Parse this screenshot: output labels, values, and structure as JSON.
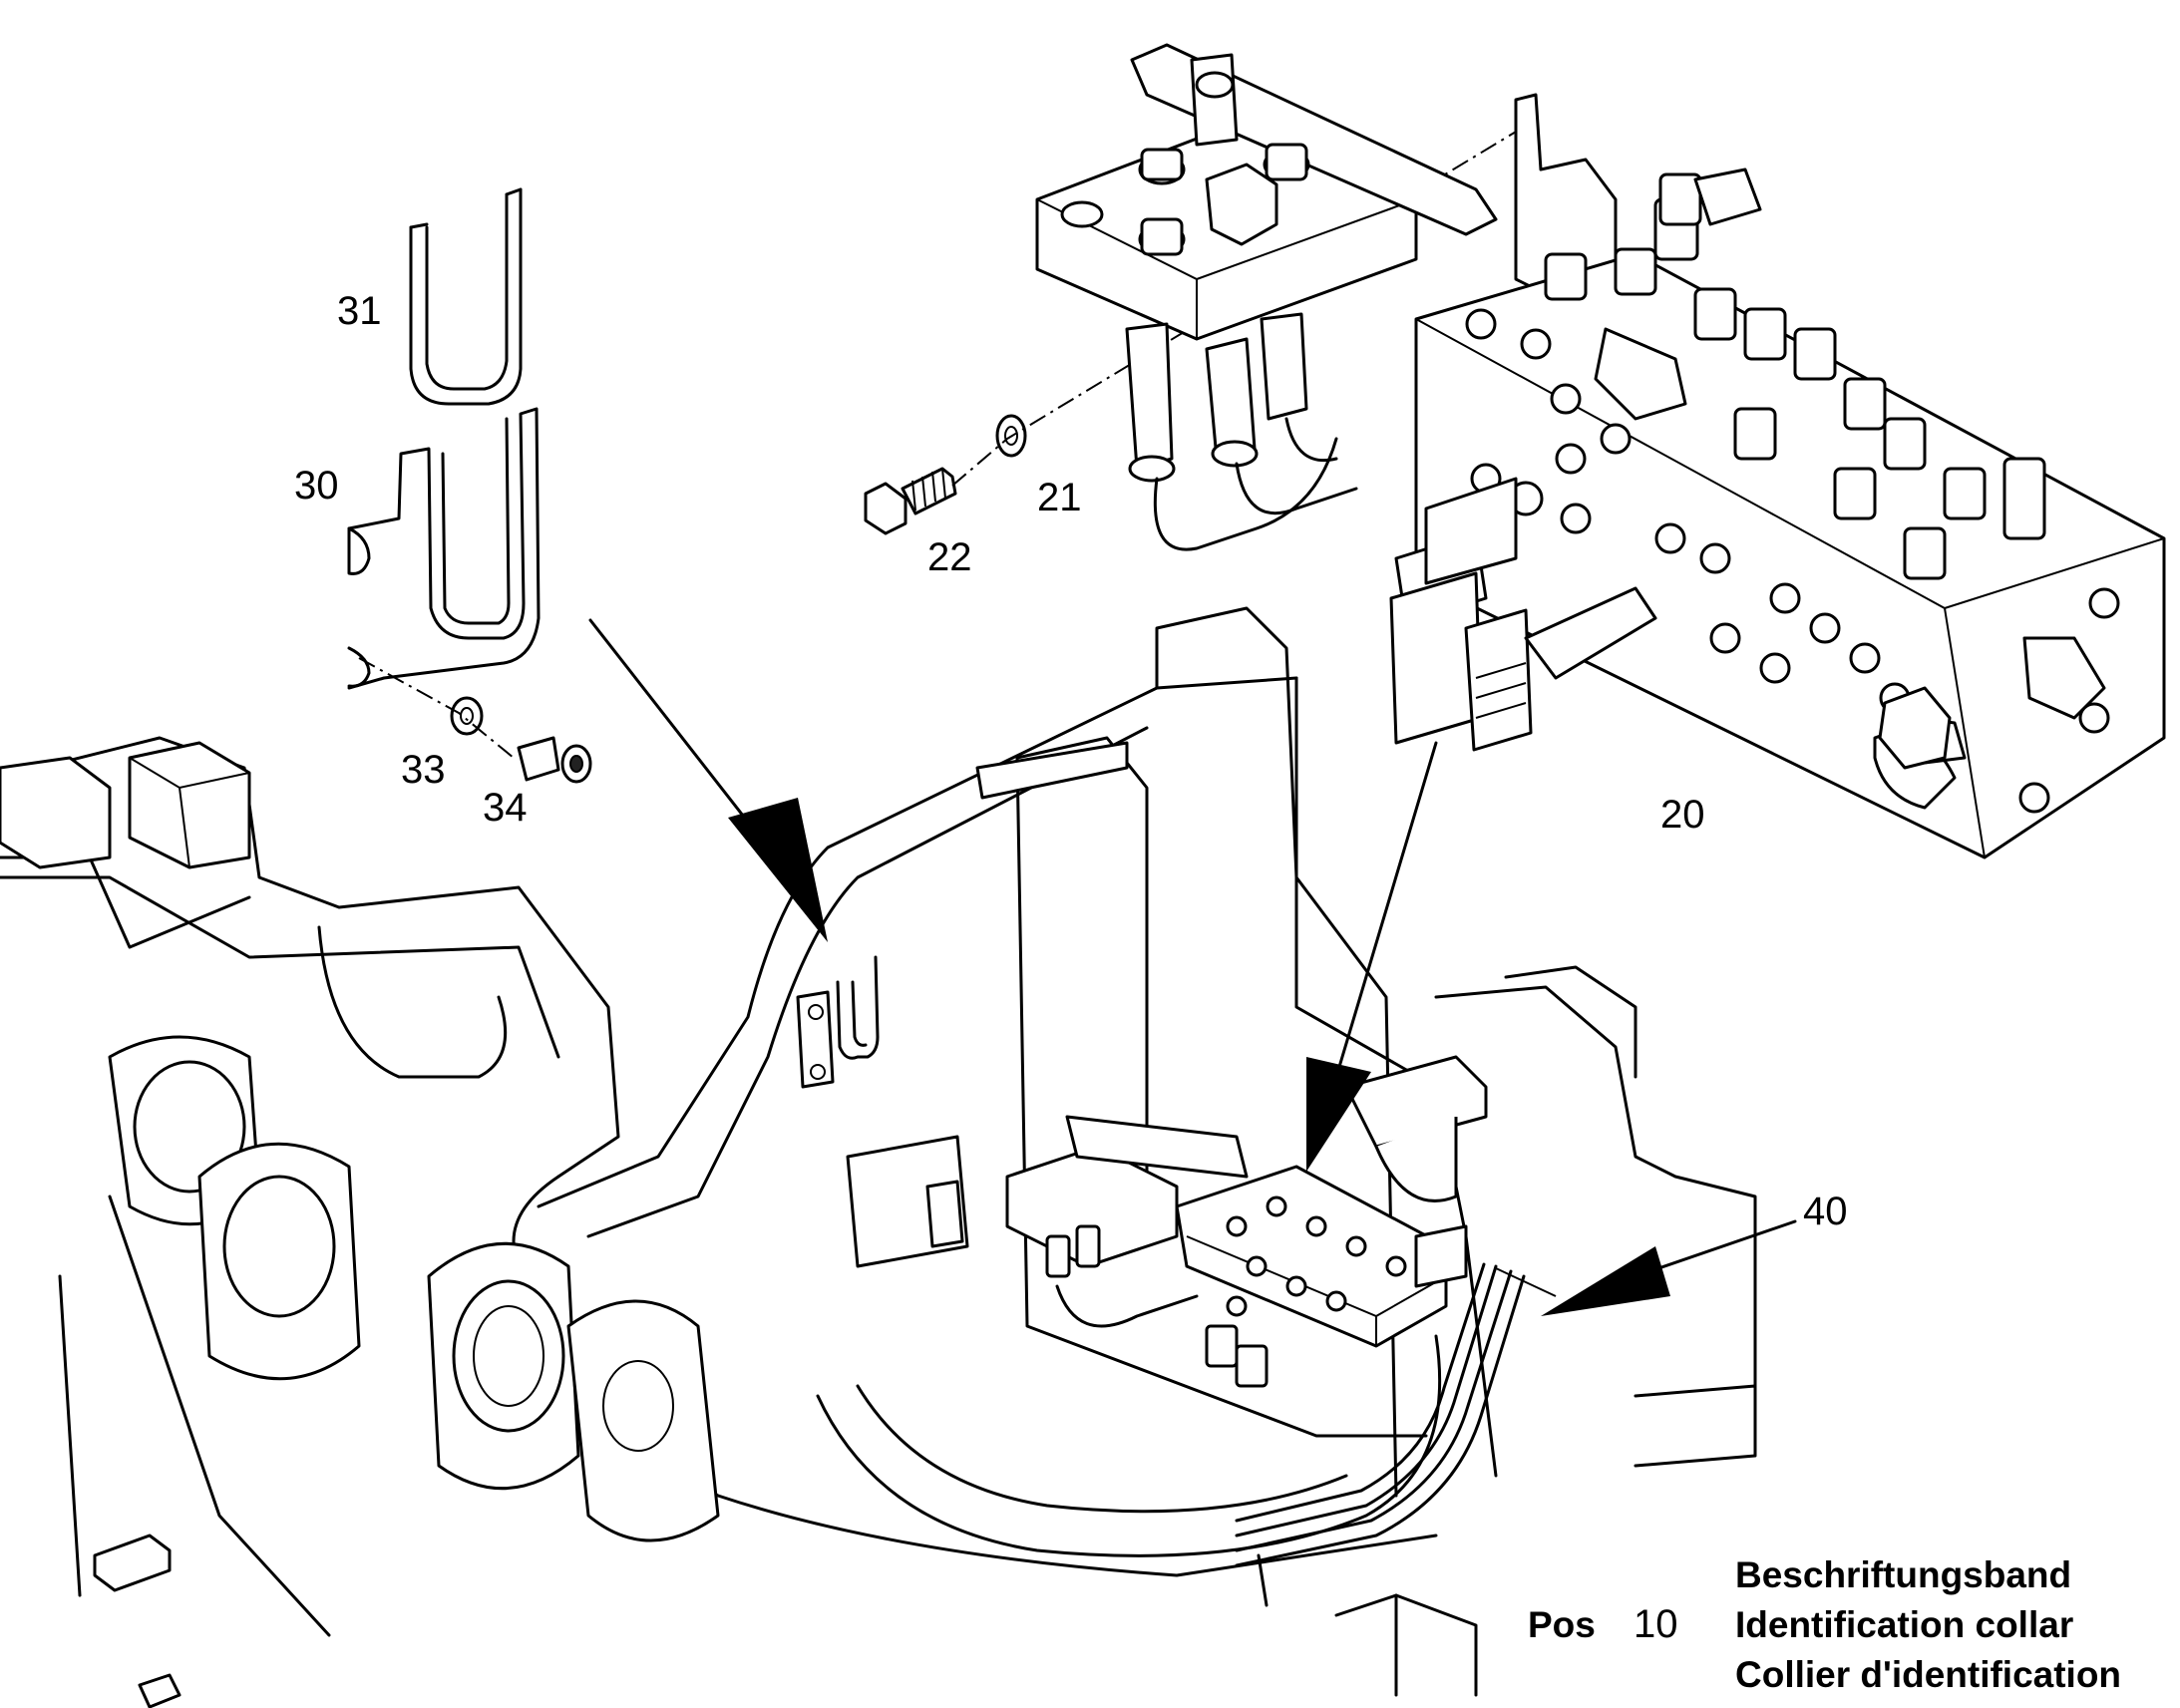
{
  "callouts": {
    "c20": "20",
    "c21": "21",
    "c22": "22",
    "c30": "30",
    "c31": "31",
    "c33": "33",
    "c34": "34",
    "c40": "40"
  },
  "legend": {
    "pos_label": "Pos",
    "pos_number": "10",
    "line_de": "Beschriftungsband",
    "line_en": "Identification collar",
    "line_fr": "Collier d'identification"
  }
}
